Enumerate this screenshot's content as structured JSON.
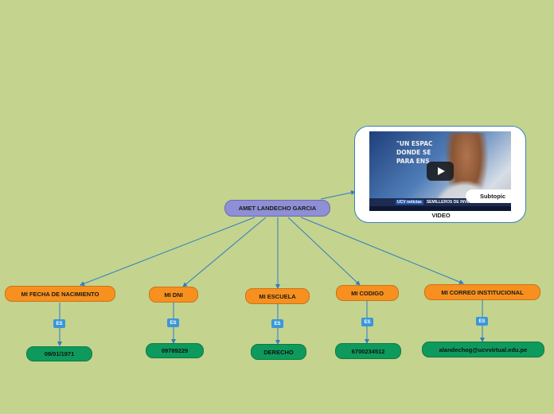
{
  "root": {
    "label": "AMET LANDECHO GARCIA"
  },
  "video": {
    "thumbnail_text_lines": [
      "\"UN ESPAC",
      "DONDE SE",
      "PARA ENS"
    ],
    "brand": "UCV noticias",
    "banner": "SEMILLEROS DE INVESTIGACIÓN",
    "subtopic": "Subtopic",
    "label": "VIDEO"
  },
  "connector_label": "ES",
  "branches": [
    {
      "topic": "MI FECHA DE NACIMIENTO",
      "tag": "ES",
      "value": "09/01/1971"
    },
    {
      "topic": "MI DNI",
      "tag": "ES",
      "value": "09789229"
    },
    {
      "topic": "MI ESCUELA",
      "tag": "ES",
      "value": "DERECHO"
    },
    {
      "topic": "MI CODIGO",
      "tag": "ES",
      "value": "6700234512"
    },
    {
      "topic": "MI CORREO INSTITUCIONAL",
      "tag": "ES",
      "value": "alandechog@ucvvirtual.edu.pe"
    }
  ],
  "colors": {
    "background": "#c4d38d",
    "root": "#8f8fd6",
    "topic": "#f7901e",
    "value": "#0e9a5c",
    "tag": "#3a97d9",
    "link": "#2f7dc4"
  }
}
